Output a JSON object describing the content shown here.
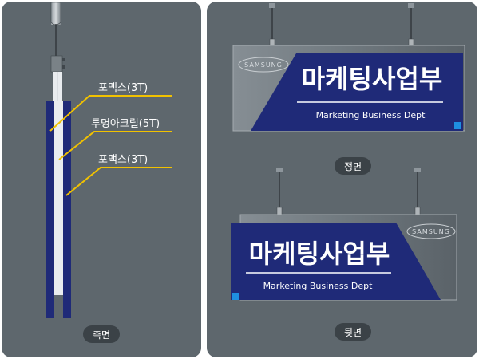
{
  "side_view": {
    "title": "측면",
    "labels": [
      "포맥스(3T)",
      "투명아크릴(5T)",
      "포맥스(3T)"
    ]
  },
  "front_view": {
    "title": "정면",
    "logo": "SAMSUNG",
    "sign_title": "마케팅사업부",
    "sign_subtitle": "Marketing Business Dept"
  },
  "back_view": {
    "title": "뒷면",
    "logo": "SAMSUNG",
    "sign_title": "마케팅사업부",
    "sign_subtitle": "Marketing Business Dept"
  },
  "colors": {
    "panel_bg": "#5e676d",
    "navy": "#1f2a78",
    "accent_blue": "#1e8fe0",
    "callout_line": "#f2c200",
    "acrylic_white": "#e9ecef"
  }
}
